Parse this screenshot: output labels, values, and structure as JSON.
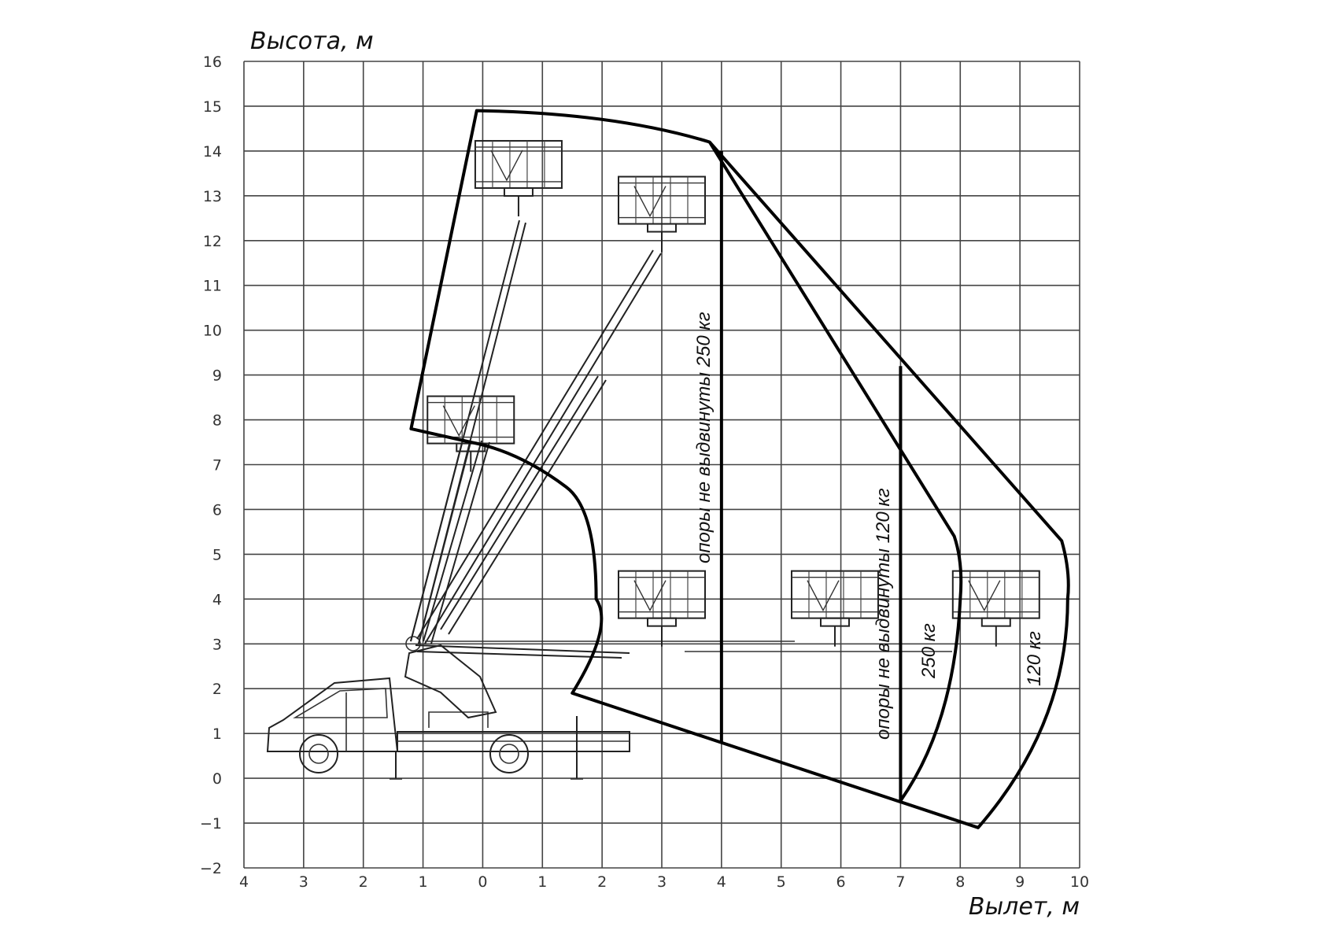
{
  "axes": {
    "y_title": "Высота, м",
    "x_title": "Вылет, м",
    "y_ticks": [
      "16",
      "15",
      "14",
      "13",
      "12",
      "11",
      "10",
      "9",
      "8",
      "7",
      "6",
      "5",
      "4",
      "3",
      "2",
      "1",
      "0",
      "−1",
      "−2"
    ],
    "x_ticks": [
      "4",
      "3",
      "2",
      "1",
      "0",
      "1",
      "2",
      "3",
      "4",
      "5",
      "6",
      "7",
      "8",
      "9",
      "10"
    ]
  },
  "labels": {
    "supports_250": "опоры не выдвинуты 250 кг",
    "supports_120": "опоры не выдвинуты 120 кг",
    "load_250": "250 кг",
    "load_120": "120 кг"
  },
  "chart_data": {
    "type": "working-zone diagram",
    "x_range": [
      -4,
      10
    ],
    "y_range": [
      -2,
      16
    ],
    "envelope_outer": [
      [
        -1.2,
        7.8
      ],
      [
        -0.1,
        14.9
      ],
      [
        3.8,
        14.2
      ],
      [
        9.7,
        5.3
      ],
      [
        9.8,
        4.0
      ],
      [
        8.3,
        -1.1
      ],
      [
        1.5,
        1.9
      ],
      [
        1.9,
        4.0
      ],
      [
        1.4,
        6.5
      ],
      [
        -0.2,
        7.5
      ]
    ],
    "envelope_250kg": [
      [
        3.8,
        14.2
      ],
      [
        7.9,
        5.4
      ],
      [
        8.0,
        4.0
      ],
      [
        7.0,
        -0.5
      ]
    ],
    "supports_not_extended_250kg_x": 4.0,
    "supports_not_extended_120kg_x": 7.0
  }
}
